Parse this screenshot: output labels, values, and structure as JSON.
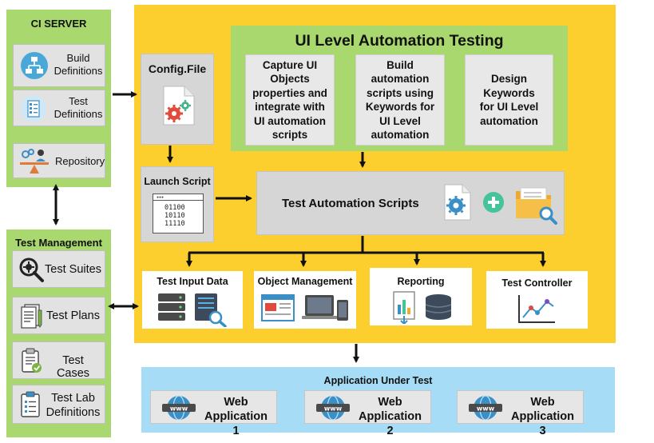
{
  "ci_server": {
    "title": "CI SERVER",
    "items": [
      {
        "label": "Build Definitions",
        "icon": "build-definitions-icon"
      },
      {
        "label": "Test Definitions",
        "icon": "test-definitions-icon"
      },
      {
        "label": "Repository",
        "icon": "repository-icon"
      }
    ]
  },
  "test_management": {
    "title": "Test Management",
    "items": [
      {
        "label": "Test Suites",
        "icon": "test-suites-icon"
      },
      {
        "label": "Test Plans",
        "icon": "test-plans-icon"
      },
      {
        "label": "Test Cases",
        "icon": "test-cases-icon"
      },
      {
        "label": "Test Lab Definitions",
        "icon": "test-lab-icon"
      }
    ]
  },
  "config_file": {
    "label": "Config.File",
    "icon": "config-file-icon"
  },
  "launch_script": {
    "label": "Launch Script",
    "binary": [
      "01100",
      "10110",
      "11110"
    ]
  },
  "ui_automation": {
    "title": "UI Level Automation Testing",
    "boxes": [
      "Capture UI Objects properties and integrate with UI automation scripts",
      "Build automation scripts using Keywords for UI Level automation",
      "Design Keywords for UI Level automation"
    ]
  },
  "test_automation_scripts": {
    "label": "Test Automation Scripts"
  },
  "components": [
    {
      "label": "Test Input Data",
      "icon": "server-icon"
    },
    {
      "label": "Object Management",
      "icon": "devices-icon"
    },
    {
      "label": "Reporting",
      "icon": "report-database-icon"
    },
    {
      "label": "Test Controller",
      "icon": "line-chart-icon"
    }
  ],
  "application_under_test": {
    "title": "Application Under Test",
    "apps": [
      "Web Application 1",
      "Web Application 2",
      "Web Application 3"
    ]
  },
  "colors": {
    "green": "#a9d86e",
    "yellow": "#fccf2f",
    "light_blue": "#a6dcf5",
    "grey": "#d6d6d6"
  }
}
